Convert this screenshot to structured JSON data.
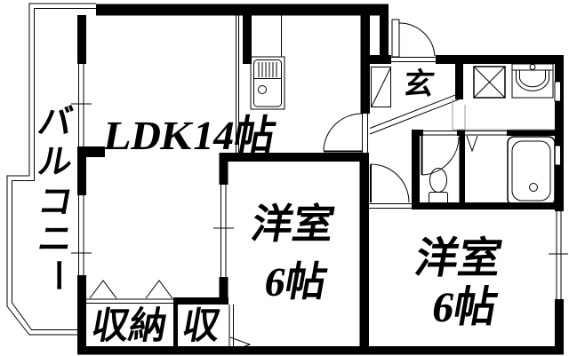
{
  "floorplan": {
    "colors": {
      "wall": "#000000",
      "background": "#ffffff",
      "floor_line": "#999999"
    },
    "labels": {
      "balcony": {
        "text": "バルコニー",
        "chars": [
          "バ",
          "ル",
          "コ",
          "ニ",
          "ー"
        ]
      },
      "ldk": {
        "text": "LDK14帖"
      },
      "entrance": {
        "text": "玄"
      },
      "western_room_1": {
        "line1": "洋室",
        "line2": "6帖"
      },
      "western_room_2": {
        "line1": "洋室",
        "line2": "6帖"
      },
      "storage_large": {
        "text": "収納"
      },
      "storage_small": {
        "text": "収"
      }
    },
    "fixtures": {
      "kitchen_sink": "kitchen-sink-icon",
      "washing_machine_space": "washing-machine-space-icon",
      "washbasin": "washbasin-icon",
      "toilet": "toilet-icon",
      "bathtub": "bathtub-icon",
      "shoe_cabinet": "shoe-cabinet-icon",
      "entrance_door": "entrance-door-icon",
      "folding-door": "bath-folding-door-icon"
    }
  }
}
